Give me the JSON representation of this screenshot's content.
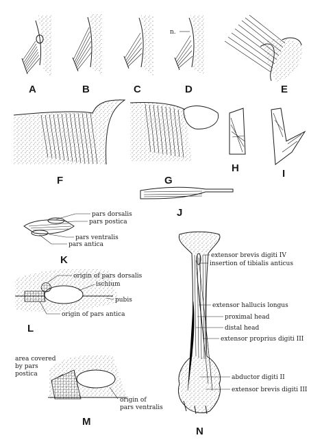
{
  "figure": {
    "panels": [
      "A",
      "B",
      "C",
      "D",
      "E",
      "F",
      "G",
      "H",
      "I",
      "J",
      "K",
      "L",
      "M",
      "N"
    ],
    "panel_d": {
      "nerve_label": "n."
    },
    "panel_k": {
      "labels": [
        "pars dorsalis",
        "pars postica",
        "pars ventralis",
        "pars antica"
      ]
    },
    "panel_l": {
      "labels": [
        "origin of pars dorsalis",
        "ischium",
        "pubis",
        "origin of pars antica"
      ]
    },
    "panel_m": {
      "labels": [
        "area covered",
        "by pars",
        "postica",
        "origin of",
        "pars ventralis"
      ]
    },
    "panel_n": {
      "labels": [
        "extensor brevis digiti IV",
        "insertion of tibialis anticus",
        "extensor hallucis longus",
        "proximal head",
        "distal head",
        "extensor proprius digiti III",
        "abductor digiti II",
        "extensor brevis digiti III"
      ]
    }
  },
  "colors": {
    "ink": "#1a1a1a",
    "paper": "#ffffff"
  }
}
